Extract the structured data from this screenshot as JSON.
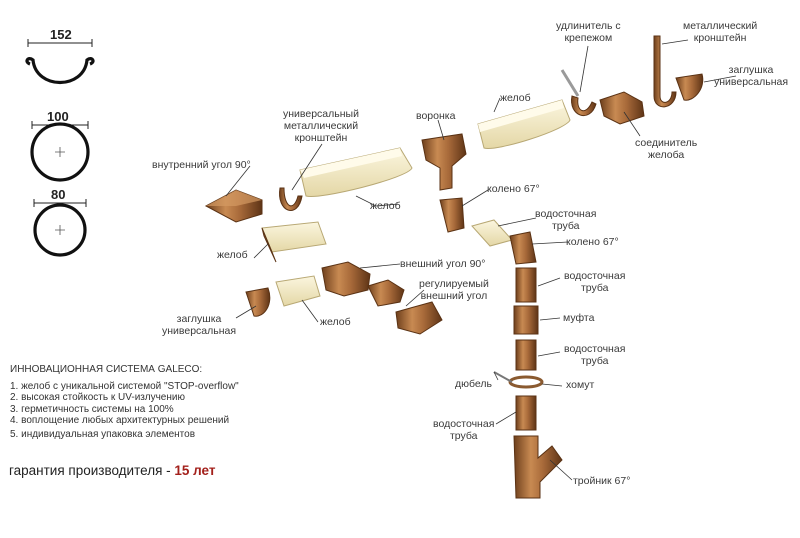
{
  "profiles": {
    "gutter_width": "152",
    "pipe_100": "100",
    "pipe_80": "80"
  },
  "labels": {
    "extender": "удлинитель с\nкрепежом",
    "metal_bracket_top": "металлический\nкронштейн",
    "cap_universal_top": "заглушка\nуниверсальная",
    "gutter_top": "желоб",
    "funnel": "воронка",
    "universal_bracket": "универсальный\nметаллический\nкронштейн",
    "gutter_connector": "соединитель\nжелоба",
    "inner_corner": "внутренний угол 90°",
    "gutter_mid": "желоб",
    "elbow_top": "колено 67°",
    "downpipe_1": "водосточная\nтруба",
    "elbow_second": "колено 67°",
    "gutter_left": "желоб",
    "outer_corner": "внешний угол 90°",
    "downpipe_2": "водосточная\nтруба",
    "adjustable_corner": "регулируемый\nвнешний угол",
    "cap_universal_bottom": "заглушка\nуниверсальная",
    "gutter_bottom": "желоб",
    "coupling": "муфта",
    "downpipe_3": "водосточная\nтруба",
    "dowel": "дюбель",
    "clamp": "хомут",
    "downpipe_4": "водосточная\nтруба",
    "tee": "тройник 67°"
  },
  "info": {
    "title": "ИННОВАЦИОННАЯ СИСТЕМА GALECO:",
    "items": [
      "1. желоб с уникальной системой \"STOP-overflow\"",
      "2. высокая стойкость к UV-излучению",
      "3. герметичность системы на 100%",
      "4. воплощение любых архитектурных решений",
      "5. индивидуальная упаковка элементов"
    ]
  },
  "guarantee": {
    "text": "гарантия производителя - ",
    "years": "15 лет"
  },
  "colors": {
    "brown": "#a86a3a",
    "brown_dark": "#6e3f1c",
    "cream": "#f1e9c4",
    "leader": "#333333",
    "accent_red": "#a3201b"
  }
}
